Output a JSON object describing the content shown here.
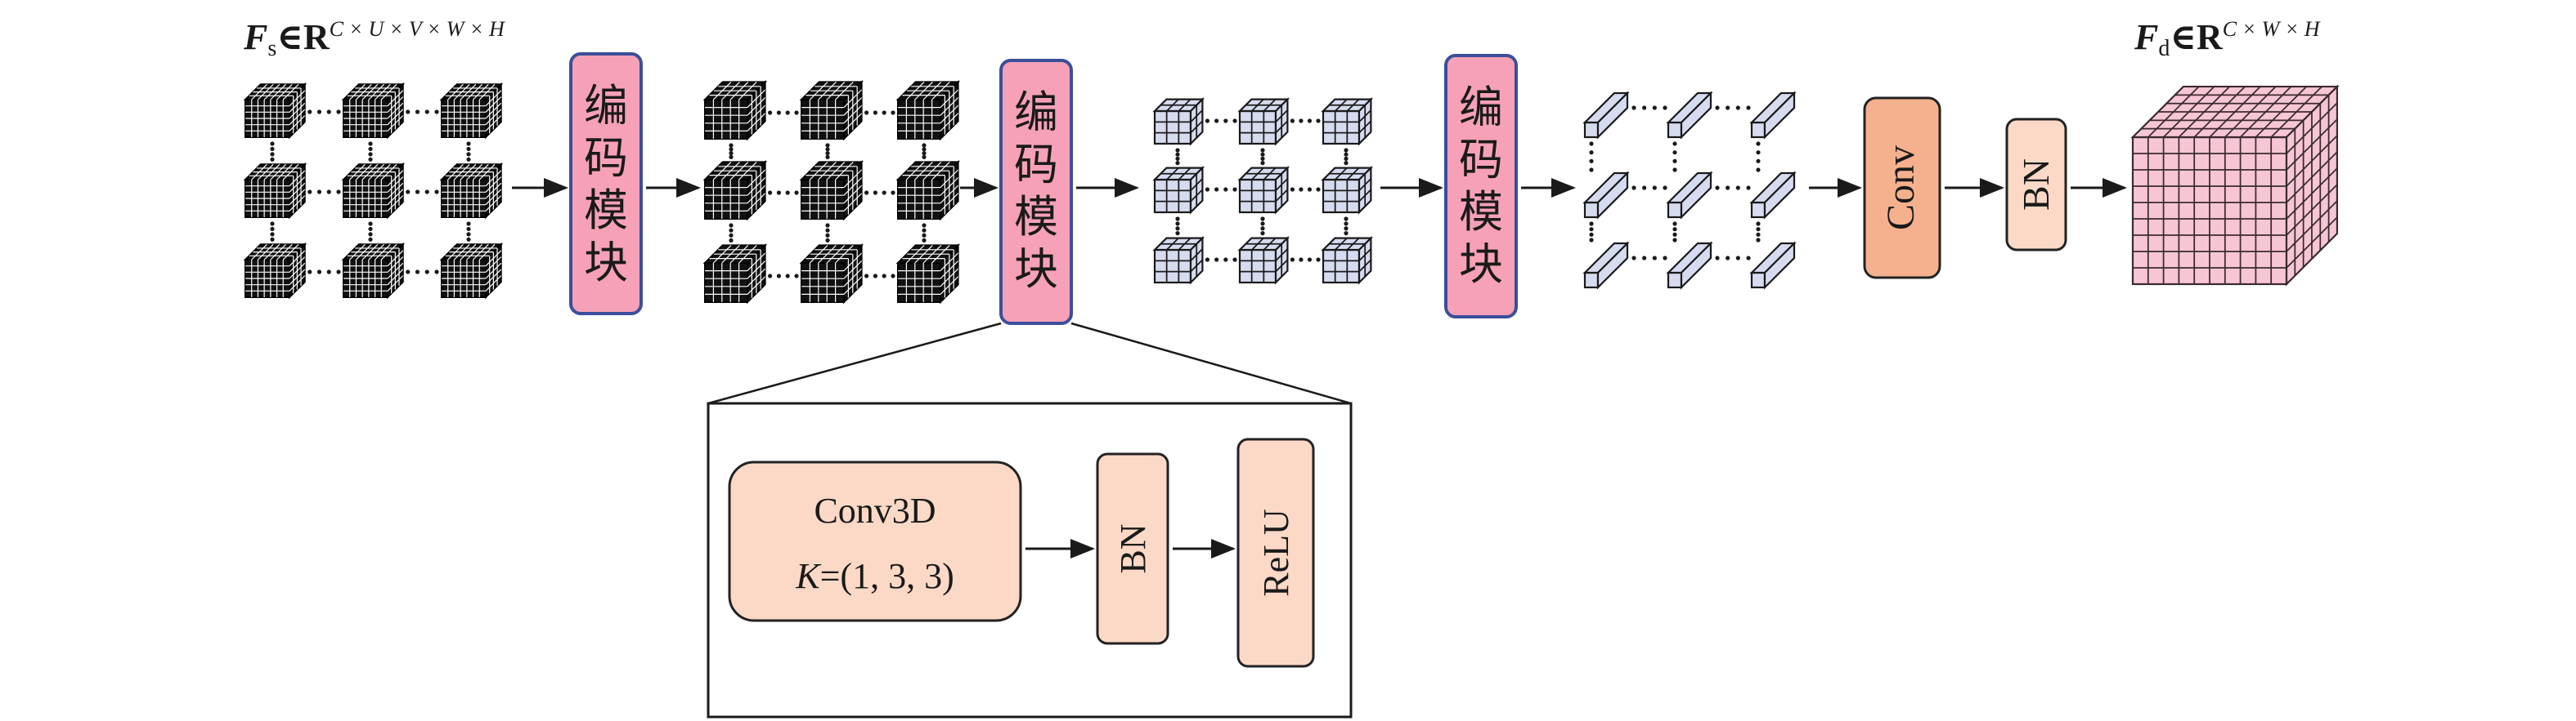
{
  "input_label": {
    "symbol": "F",
    "subscript": "s",
    "set": "∈R",
    "superscript": "C × U × V × W × H"
  },
  "output_label": {
    "symbol": "F",
    "subscript": "d",
    "set": "∈R",
    "superscript": "C × W × H"
  },
  "encoding_module_label": [
    "编",
    "码",
    "模",
    "块"
  ],
  "conv_label": "Conv",
  "bn_label": "BN",
  "detail": {
    "conv3d_label": "Conv3D",
    "kernel_symbol": "K",
    "kernel_value": "=(1, 3, 3)",
    "bn_label": "BN",
    "relu_label": "ReLU"
  },
  "colors": {
    "module_fill": "#f6a1b7",
    "module_stroke": "#3b4f9a",
    "conv_fill": "#f5b18e",
    "bn_fill": "#fbd9c6",
    "output_cube_fill": "#f7c6d4",
    "thin_cube_fill": "#d6dbef",
    "dark_cube_fill": "#111111",
    "detail_box_fill": "#fbd9c6"
  }
}
